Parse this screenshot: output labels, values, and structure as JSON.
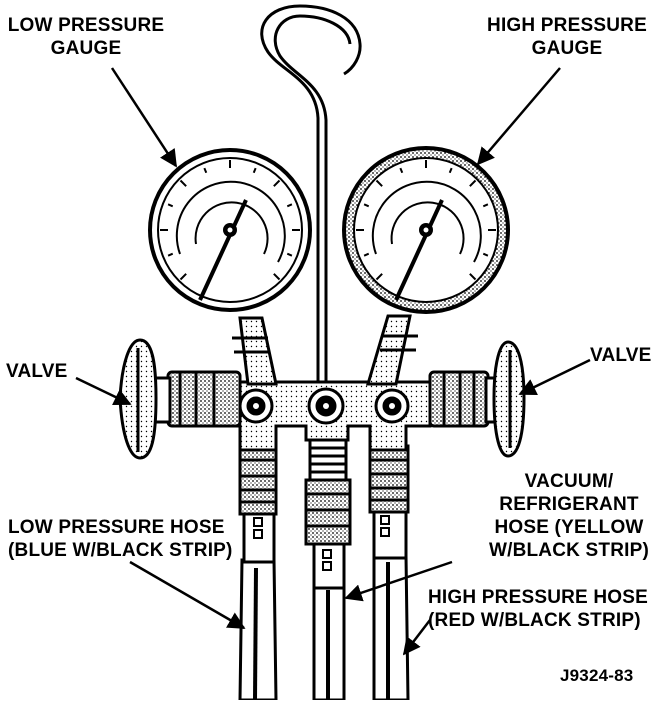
{
  "labels": {
    "low_gauge": [
      "LOW PRESSURE",
      "GAUGE"
    ],
    "high_gauge": [
      "HIGH PRESSURE",
      "GAUGE"
    ],
    "valve_left": "VALVE",
    "valve_right": "VALVE",
    "low_hose": [
      "LOW PRESSURE HOSE",
      "(BLUE W/BLACK STRIP)"
    ],
    "vacuum_hose": [
      "VACUUM/",
      "REFRIGERANT",
      "HOSE (YELLOW",
      "W/BLACK STRIP)"
    ],
    "high_hose": [
      "HIGH PRESSURE HOSE",
      "(RED W/BLACK STRIP)"
    ],
    "figure_id": "J9324-83"
  }
}
